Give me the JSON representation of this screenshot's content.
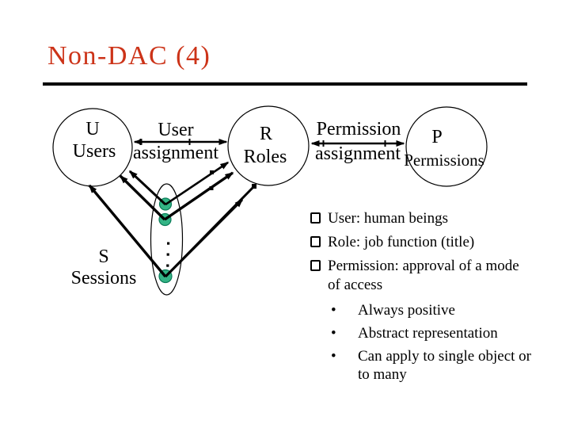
{
  "title": "Non-DAC (4)",
  "colors": {
    "title_red": "#cc3318",
    "session_dot_green": "#33b485",
    "session_dot_edge": "#0a7b58",
    "line_black": "#000000"
  },
  "diagram": {
    "users": {
      "abbr": "U",
      "label": "Users"
    },
    "roles": {
      "abbr": "R",
      "label": "Roles"
    },
    "permissions": {
      "abbr": "P",
      "label": "Permissions"
    },
    "sessions": {
      "abbr": "S",
      "label": "Sessions"
    },
    "user_assignment": {
      "line1": "User",
      "line2": "assignment"
    },
    "permission_assignment": {
      "line1": "Permission",
      "line2": "assignment"
    }
  },
  "bullets": {
    "sub_marker": "•",
    "items": [
      {
        "text": "User: human beings"
      },
      {
        "text": "Role: job function (title)"
      },
      {
        "text": "Permission: approval of a mode of access"
      }
    ],
    "sub_items": [
      "Always positive",
      "Abstract representation",
      "Can apply to single object or to many"
    ]
  }
}
